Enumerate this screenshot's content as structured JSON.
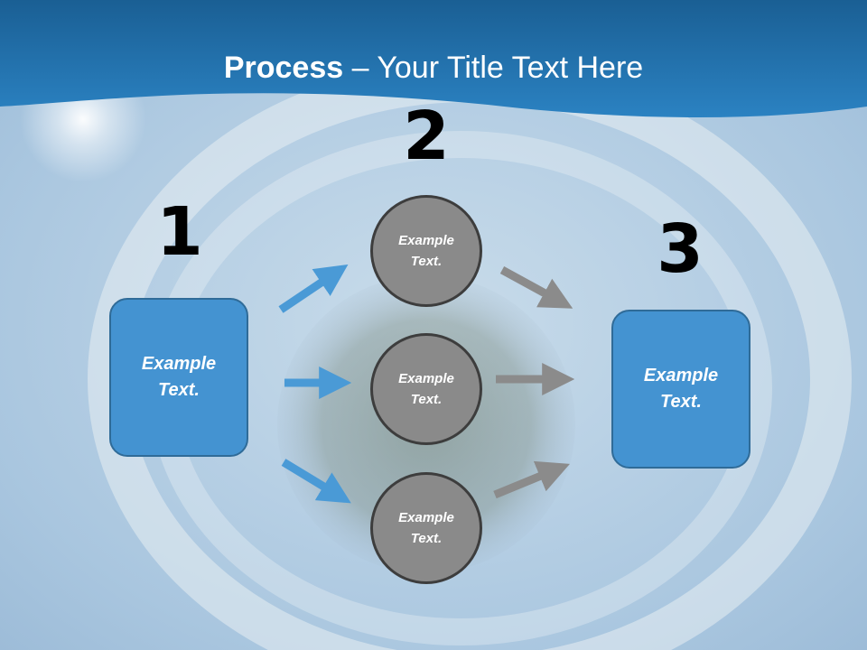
{
  "title": {
    "bold": "Process",
    "rest": " – Your Title Text Here"
  },
  "steps": [
    {
      "number": "1",
      "label": "Example Text."
    },
    {
      "number": "2",
      "label": "Example Text."
    },
    {
      "number": "3",
      "label": "Example Text."
    }
  ],
  "circles": [
    {
      "label": "Example Text."
    },
    {
      "label": "Example Text."
    },
    {
      "label": "Example Text."
    }
  ],
  "colors": {
    "header": "#1f6fa8",
    "box_fill": "#4493d1",
    "box_border": "#2f6b98",
    "circle_fill": "#8a8a8a",
    "circle_border": "#3d3d3d",
    "arrow_blue": "#4a9ad6",
    "arrow_gray": "#8b8b8b"
  }
}
